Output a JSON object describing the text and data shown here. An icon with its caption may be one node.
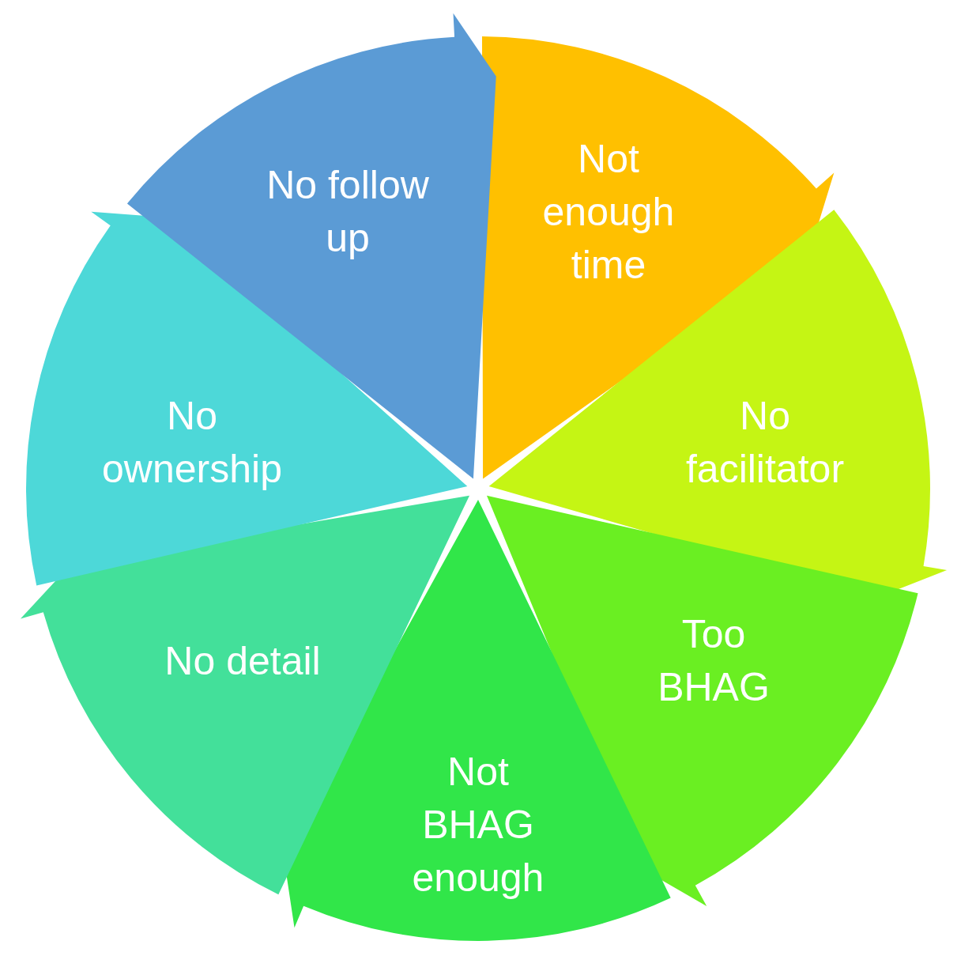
{
  "diagram": {
    "nodes": [
      {
        "text": [
          "Not enough time"
        ]
      },
      {
        "text": [
          "No facilitator"
        ]
      },
      {
        "text": [
          "Too BHAG"
        ]
      },
      {
        "text": [
          "Not BHAG enough"
        ]
      },
      {
        "text": [
          "No detail"
        ]
      },
      {
        "text": [
          "No ownership"
        ]
      },
      {
        "text": [
          "No follow up"
        ]
      }
    ]
  }
}
